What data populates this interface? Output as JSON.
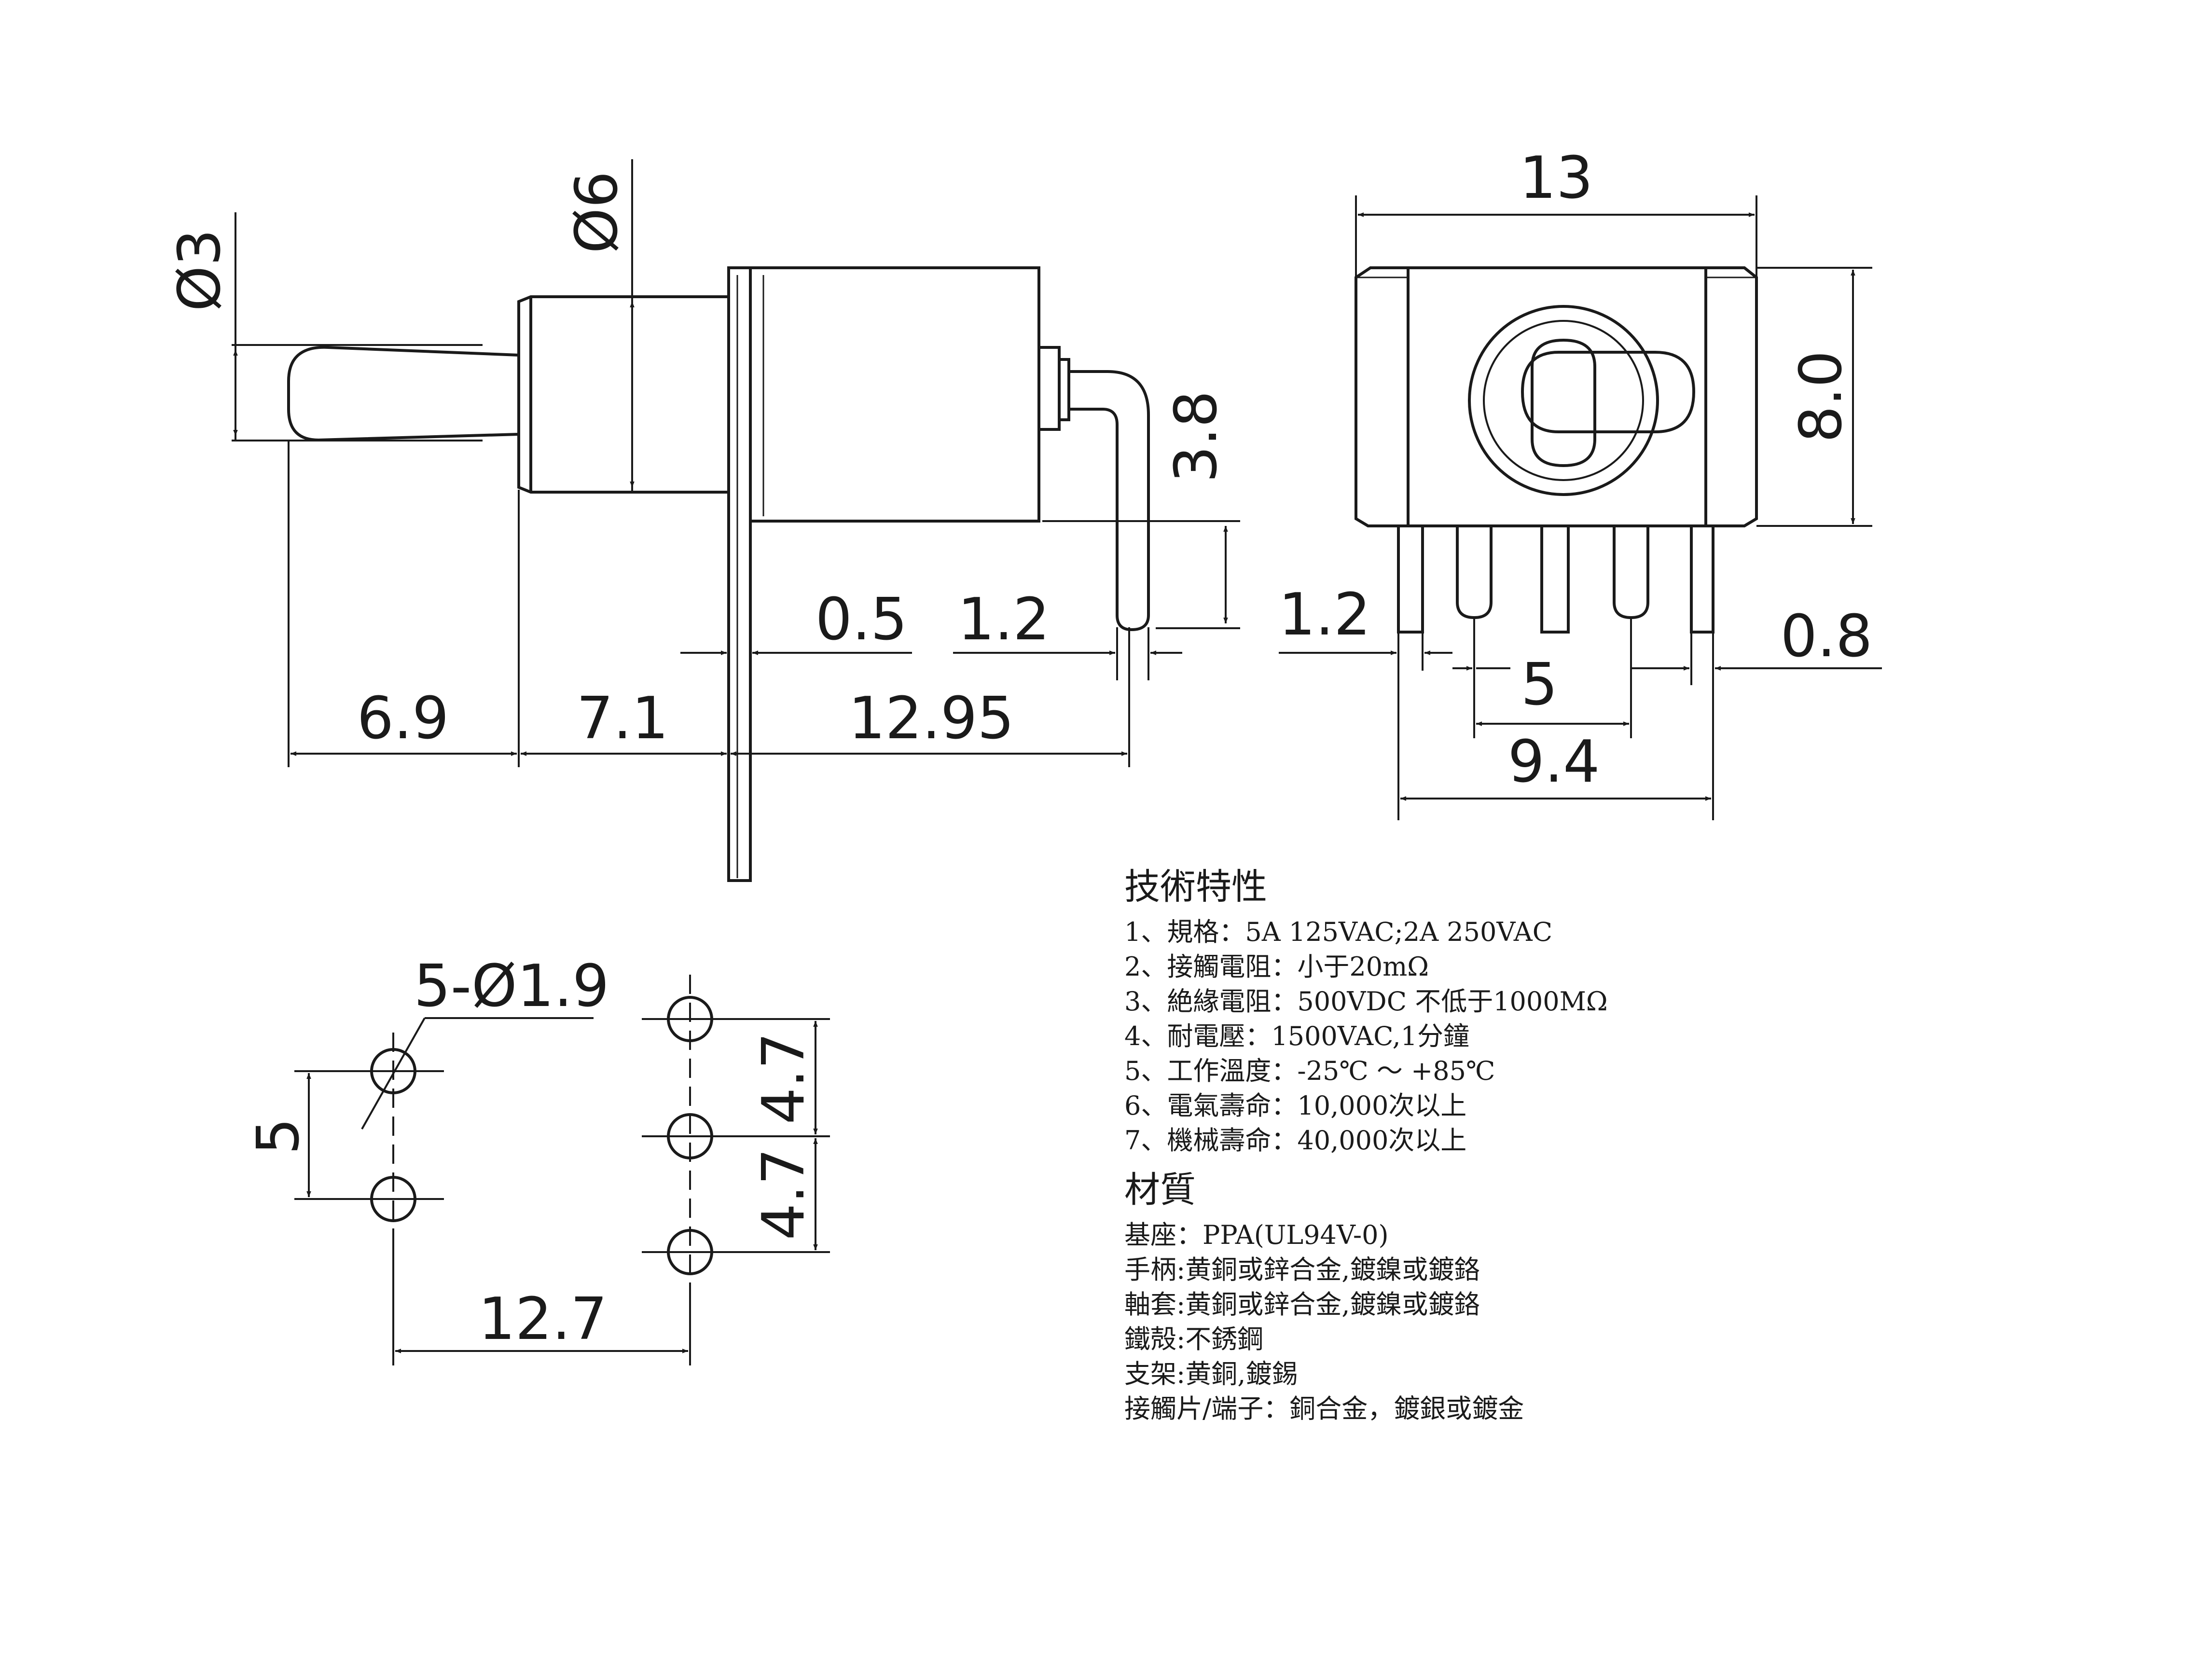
{
  "side_view": {
    "dims": {
      "handle_dia": "Ø3",
      "bushing_dia": "Ø6",
      "terminal_height": "3.8",
      "bracket_thickness": "0.5",
      "terminal_offset": "1.2",
      "handle_length": "6.9",
      "bushing_length": "7.1",
      "body_length": "12.95"
    }
  },
  "front_view": {
    "dims": {
      "width": "13",
      "height": "8.0",
      "pin_width": "1.2",
      "pitch": "5",
      "pin_span": "9.4",
      "bracket_width": "0.8"
    }
  },
  "pcb_layout": {
    "dims": {
      "holes": "5-Ø1.9",
      "row_spacing": "5",
      "spacing_upper": "4.7",
      "spacing_lower": "4.7",
      "column_spacing": "12.7"
    }
  },
  "specs": {
    "title": "技術特性",
    "items": [
      "1、規格：5A 125VAC;2A 250VAC",
      "2、接觸電阻：小于20mΩ",
      "3、絶緣電阻：500VDC 不低于1000MΩ",
      "4、耐電壓：1500VAC,1分鐘",
      "5、工作溫度：-25℃ ～ +85℃",
      "6、電氣壽命：10,000次以上",
      "7、機械壽命：40,000次以上"
    ]
  },
  "material": {
    "title": "材質",
    "items": [
      "基座：PPA(UL94V-0)",
      "手柄:黄銅或鋅合金,鍍鎳或鍍鉻",
      "軸套:黄銅或鋅合金,鍍鎳或鍍鉻",
      "鐵殻:不銹鋼",
      "支架:黄銅,鍍錫",
      "接觸片/端子：銅合金，鍍銀或鍍金"
    ]
  }
}
